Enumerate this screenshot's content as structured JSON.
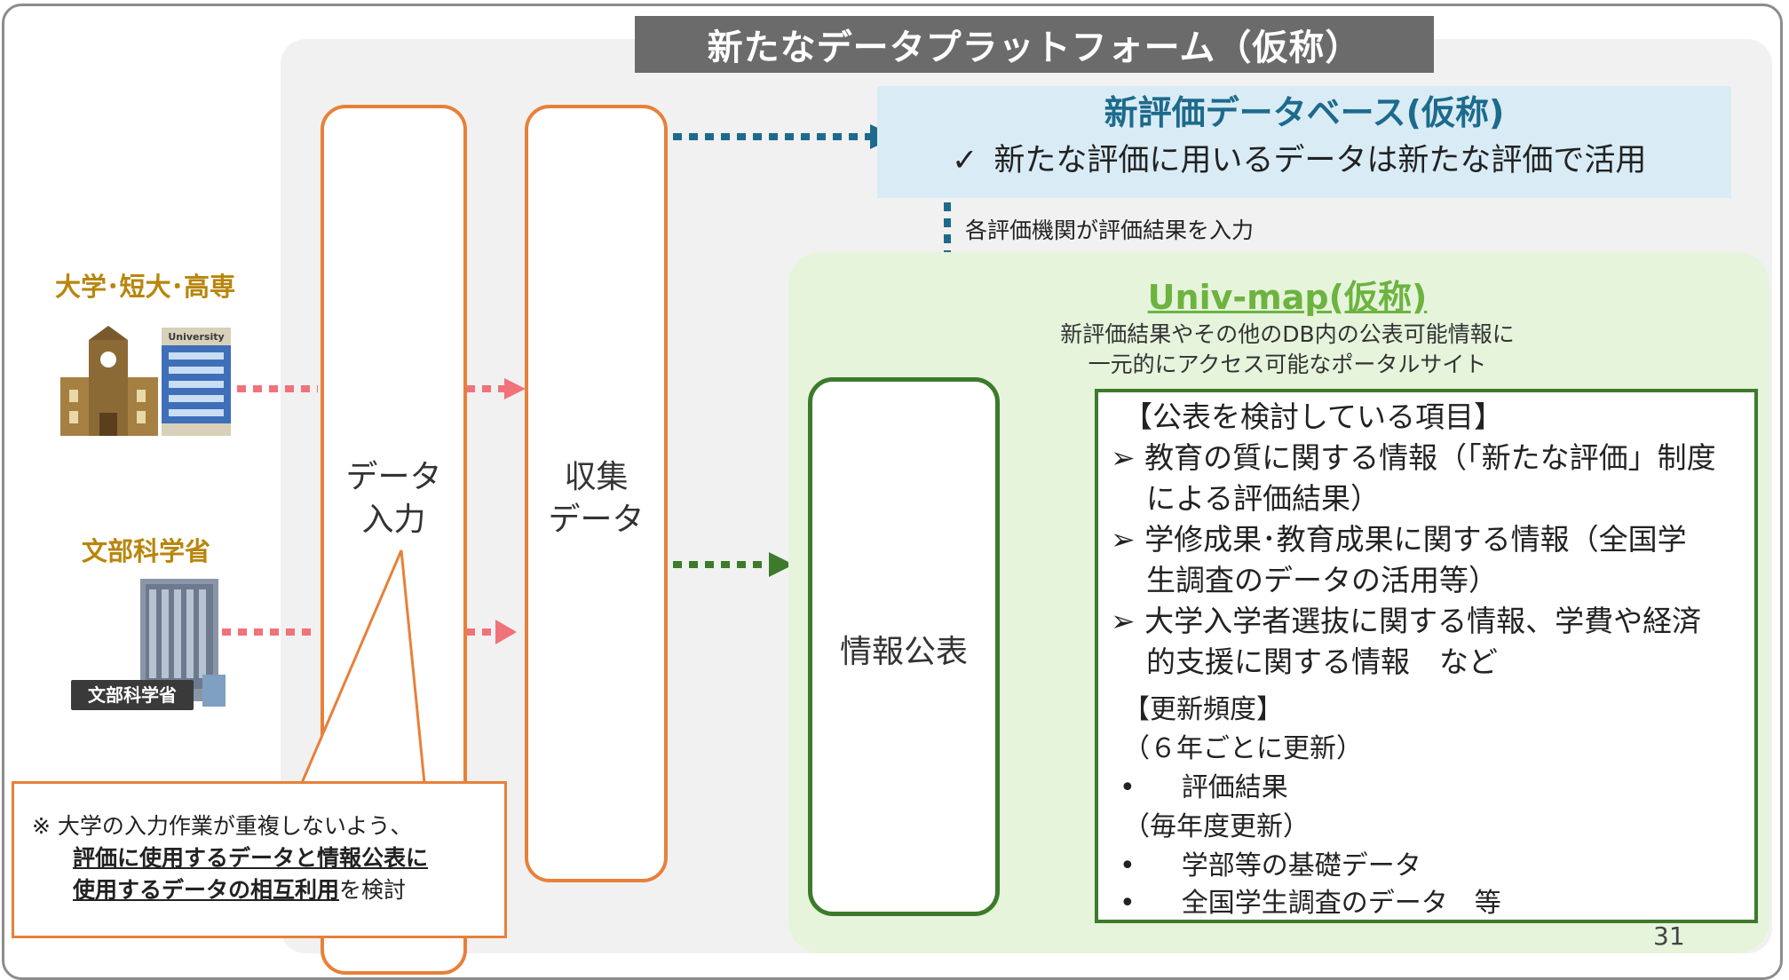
{
  "platform_title": "新たなデータプラットフォーム（仮称）",
  "new_db": {
    "title": "新評価データベース(仮称)",
    "check_icon": "check-icon",
    "line": "新たな評価に用いるデータは新たな評価で活用"
  },
  "arrow_label": "各評価機関が評価結果を入力",
  "univ_map": {
    "title": "Univ-map(仮称)",
    "subtitle_1": "新評価結果やその他のDB内の公表可能情報に",
    "subtitle_2": "一元的にアクセス可能なポータルサイト"
  },
  "orgs": {
    "universities": "大学･短大･高専",
    "university_sign": "University",
    "mext": "文部科学省",
    "mext_sign": "文部科学省"
  },
  "columns": {
    "input_1": "データ",
    "input_2": "入力",
    "collect_1": "収集",
    "collect_2": "データ",
    "publish": "情報公表"
  },
  "detail": {
    "heading": "【公表を検討している項目】",
    "items": [
      [
        "教育の質に関する情報（「新たな評価」制度",
        "による評価結果）"
      ],
      [
        "学修成果･教育成果に関する情報（全国学",
        "生調査のデータの活用等）"
      ],
      [
        "大学入学者選抜に関する情報、学費や経済",
        "的支援に関する情報　など"
      ]
    ],
    "freq_heading": "【更新頻度】",
    "freq_6yr": "（６年ごとに更新）",
    "freq_6yr_item": "評価結果",
    "freq_year": "（毎年度更新）",
    "freq_year_items": [
      "学部等の基礎データ",
      "全国学生調査のデータ　等"
    ]
  },
  "note": {
    "prefix": "※ 大学の入力作業が重複しないよう、",
    "bold_1": "評価に使用するデータと情報公表に",
    "bold_2": "使用するデータの相互利用",
    "suffix": "を検討"
  },
  "page_number": "31",
  "colors": {
    "orange": "#e8803a",
    "green": "#3d7a2c",
    "light_green": "#6cb33f",
    "blue": "#1d6a8c",
    "pink": "#f0727a",
    "title_gray": "#6b6b6b"
  }
}
